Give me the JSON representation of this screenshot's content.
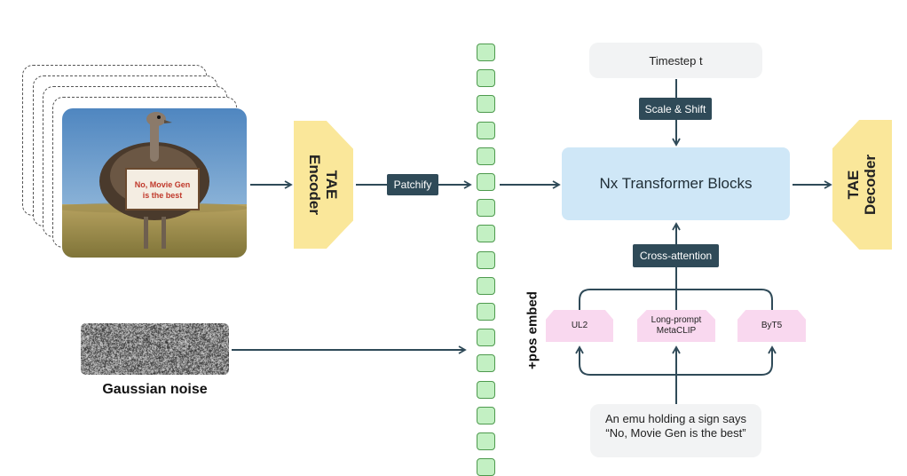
{
  "encoder": {
    "line1": "TAE",
    "line2": "Encoder"
  },
  "decoder": {
    "line1": "TAE",
    "line2": "Decoder"
  },
  "patchify": "Patchify",
  "transformer": "Nx Transformer Blocks",
  "timestep": "Timestep t",
  "scale_shift": "Scale & Shift",
  "cross_attention": "Cross-attention",
  "text_encoders": [
    {
      "label": "UL2"
    },
    {
      "label": "Long-prompt\nMetaCLIP"
    },
    {
      "label": "ByT5"
    }
  ],
  "prompt": {
    "line1": "An emu holding a sign says",
    "line2": "“No, Movie Gen is the best”"
  },
  "sign_text": "No, Movie Gen\nis the best",
  "pos_embed": "+pos embed",
  "noise_label": "Gaussian noise",
  "colors": {
    "tae": "#fae79a",
    "transformer": "#cfe7f7",
    "token_fill": "#c3f0c3",
    "token_border": "#4e9a4e",
    "text_encoder": "#f9d8ef",
    "dark_label": "#2f4a58"
  },
  "token_count": 17
}
